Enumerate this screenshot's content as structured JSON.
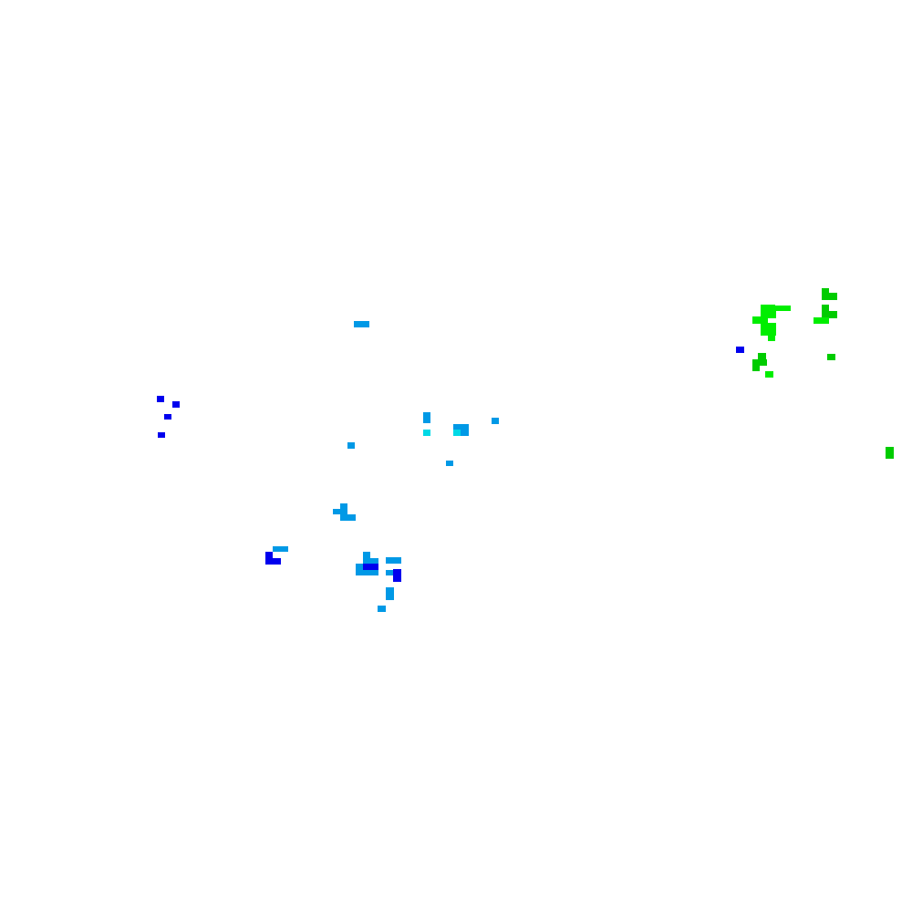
{
  "palette": {
    "background": "#ffffff",
    "blue": "#0000ee",
    "light_blue": "#0099e6",
    "cyan": "#00d9e6",
    "bright_green": "#00ee00",
    "green": "#00cc00"
  },
  "clusters": [
    {
      "name": "left-dots",
      "color": "blue"
    },
    {
      "name": "upper-center-dash",
      "color": "light_blue"
    },
    {
      "name": "center-scatter",
      "color": "light_blue"
    },
    {
      "name": "lower-center-cluster",
      "color": "light_blue"
    },
    {
      "name": "right-green-cluster",
      "color": "bright_green"
    },
    {
      "name": "far-right-green",
      "color": "green"
    }
  ]
}
